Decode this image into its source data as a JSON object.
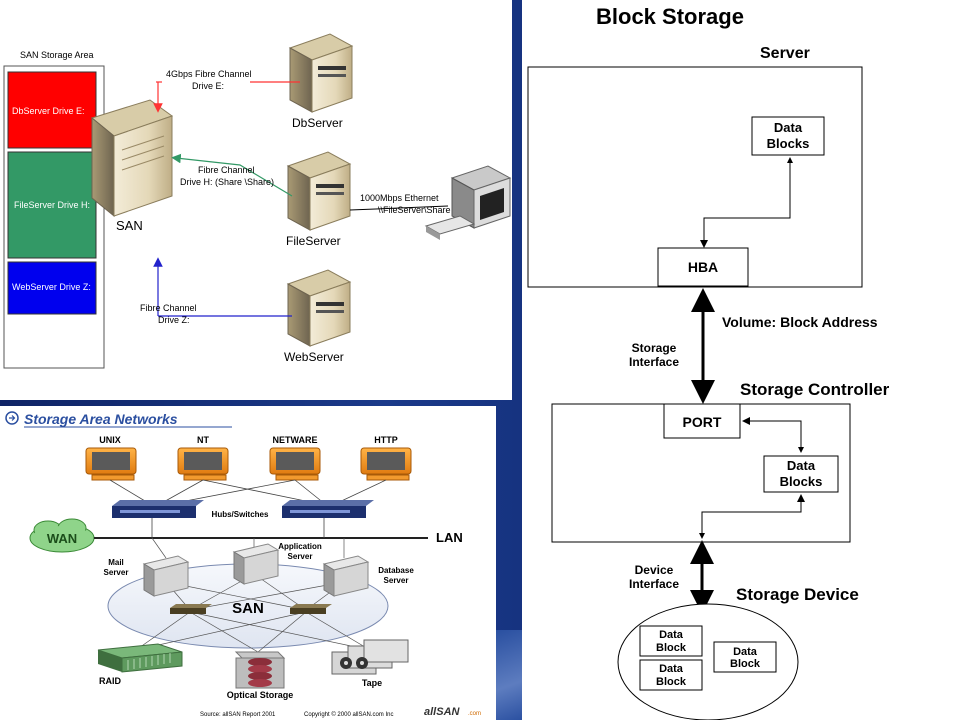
{
  "san_storage": {
    "area_title": "SAN Storage Area",
    "drives": [
      {
        "label": "DbServer Drive E:",
        "color": "#ff0000"
      },
      {
        "label": "FileServer Drive H:",
        "color": "#339966"
      },
      {
        "label": "WebServer Drive Z:",
        "color": "#0000ee"
      }
    ],
    "san_label": "SAN",
    "servers": [
      "DbServer",
      "FileServer",
      "WebServer"
    ],
    "links": {
      "db": [
        "4Gbps Fibre Channel",
        "Drive E:"
      ],
      "file": [
        "Fibre Channel",
        "Drive H: (Share \\Share)"
      ],
      "web": [
        "Fibre Channel",
        "Drive Z:"
      ],
      "ethernet": [
        "1000Mbps Ethernet",
        "\\\\FileServer\\Share"
      ]
    },
    "link_colors": {
      "db": "#ff3333",
      "file": "#339966",
      "web": "#2222cc",
      "ethernet": "#000000"
    }
  },
  "block_storage": {
    "title": "Block Storage",
    "server_label": "Server",
    "data_blocks": [
      "Data",
      "Blocks"
    ],
    "hba": "HBA",
    "volume_label": "Volume: Block Address",
    "storage_interface": [
      "Storage",
      "Interface"
    ],
    "controller_label": "Storage Controller",
    "port": "PORT",
    "device_interface": [
      "Device",
      "Interface"
    ],
    "device_label": "Storage Device",
    "device_blocks": [
      "Data",
      "Block"
    ]
  },
  "san_networks": {
    "title": "Storage Area Networks",
    "clients": [
      "UNIX",
      "NT",
      "NETWARE",
      "HTTP"
    ],
    "hubs_label": "Hubs/Switches",
    "wan": "WAN",
    "lan": "LAN",
    "servers": {
      "mail": [
        "Mail",
        "Server"
      ],
      "application": [
        "Application",
        "Server"
      ],
      "database": [
        "Database",
        "Server"
      ]
    },
    "san": "SAN",
    "storage": [
      "RAID",
      "Optical Storage",
      "Tape"
    ],
    "source": "Source: allSAN Report 2001",
    "copyright": "Copyright © 2000 allSAN.com Inc",
    "logo": "allSAN",
    "logo_suffix": ".com"
  }
}
